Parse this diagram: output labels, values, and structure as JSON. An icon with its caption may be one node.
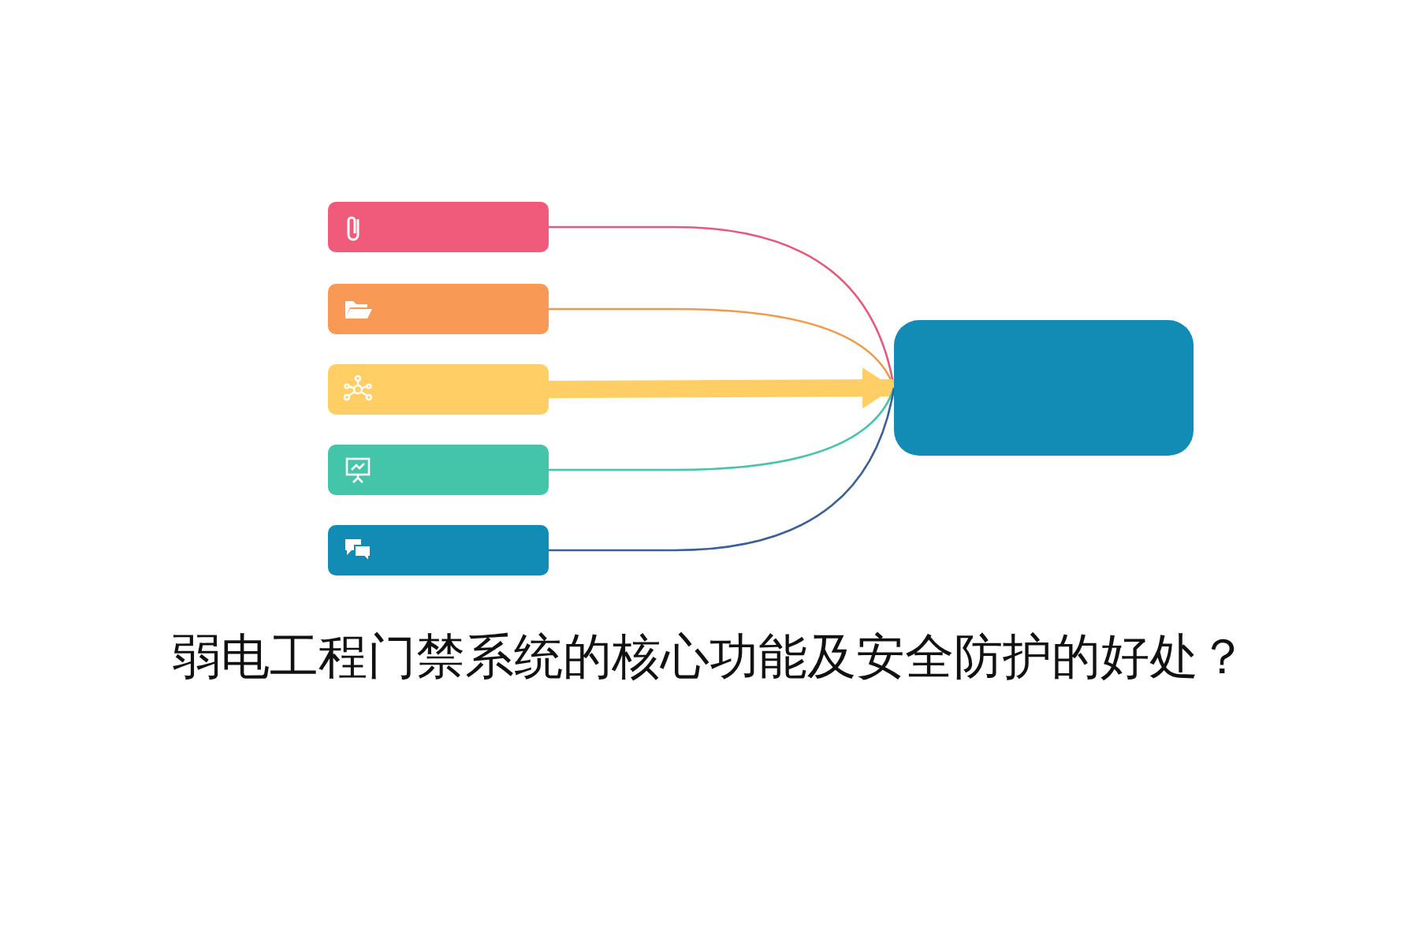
{
  "diagram": {
    "title": "弱电工程门禁系统的核心功能及安全防护的好处？",
    "nodes": [
      {
        "text": [],
        "shape": "box"
      },
      {
        "text": [],
        "shape": "box"
      },
      {
        "text": [],
        "shape": "box"
      },
      {
        "text": [],
        "shape": "box"
      },
      {
        "text": [],
        "shape": "box"
      },
      {
        "text": [],
        "shape": "box"
      }
    ],
    "edges": [
      {
        "from": 0,
        "to": 5,
        "arrow": "none",
        "color": "#e9577a"
      },
      {
        "from": 1,
        "to": 5,
        "arrow": "none",
        "color": "#f2994a"
      },
      {
        "from": 2,
        "to": 5,
        "arrow": "to",
        "style": "thick",
        "color": "#ffcf66"
      },
      {
        "from": 3,
        "to": 5,
        "arrow": "none",
        "color": "#44c5a9"
      },
      {
        "from": 4,
        "to": 5,
        "arrow": "none",
        "color": "#3a5f9a"
      }
    ]
  }
}
